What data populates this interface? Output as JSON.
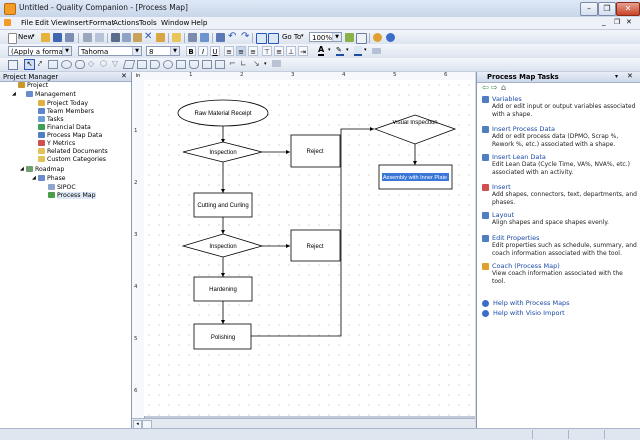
{
  "window": {
    "title": "Untitled - Quality Companion - [Process Map]"
  },
  "menu": [
    "File",
    "Edit",
    "View",
    "Insert",
    "Format",
    "Actions",
    "Tools",
    "Window",
    "Help"
  ],
  "toolbar": {
    "new_label": "New",
    "goto_label": "Go To",
    "zoom_value": "100%"
  },
  "format_bar": {
    "style_value": "(Apply a format)",
    "font_value": "Tahoma",
    "size_value": "8",
    "bold": "B",
    "italic": "I",
    "underline": "U"
  },
  "left_panel": {
    "title": "Project Manager",
    "tree": [
      {
        "label": "Project",
        "level": 0,
        "icon_color": "#c9972a"
      },
      {
        "label": "Management",
        "level": 1,
        "icon_color": "#6a8ccf"
      },
      {
        "label": "Project Today",
        "level": 2,
        "icon_color": "#e0b040"
      },
      {
        "label": "Team Members",
        "level": 2,
        "icon_color": "#5f86c8"
      },
      {
        "label": "Tasks",
        "level": 2,
        "icon_color": "#6fa0d8"
      },
      {
        "label": "Financial Data",
        "level": 2,
        "icon_color": "#3f9f55"
      },
      {
        "label": "Process Map Data",
        "level": 2,
        "icon_color": "#4f7fc0"
      },
      {
        "label": "Y Metrics",
        "level": 2,
        "icon_color": "#d05050"
      },
      {
        "label": "Related Documents",
        "level": 2,
        "icon_color": "#e3c25a"
      },
      {
        "label": "Custom Categories",
        "level": 2,
        "icon_color": "#e3c25a"
      },
      {
        "label": "Roadmap",
        "level": 1,
        "icon_color": "#6fa06f"
      },
      {
        "label": "Phase",
        "level": 2,
        "icon_color": "#6a8ccf"
      },
      {
        "label": "SIPOC",
        "level": 3,
        "icon_color": "#8fa6cc"
      },
      {
        "label": "Process Map",
        "level": 3,
        "icon_color": "#4a9e4a"
      }
    ]
  },
  "ruler": {
    "top_ticks": [
      "in",
      "1",
      "2",
      "3",
      "4",
      "5",
      "6"
    ],
    "left_ticks": [
      "1",
      "2",
      "3",
      "4",
      "5",
      "6"
    ]
  },
  "diagram": {
    "start": "Raw Material Receipt",
    "inspection1": "Inspection",
    "reject1": "Reject",
    "step1": "Cutting and Curling",
    "inspection2": "Inspection",
    "reject2": "Reject",
    "step2": "Hardening",
    "step3": "Polishing",
    "visual": "Visual Inspection",
    "assembly": "Assembly with Inner Plate"
  },
  "right_panel": {
    "title": "Process Map Tasks",
    "tasks": [
      {
        "title": "Variables",
        "desc": "Add or edit input or output variables associated with a shape.",
        "icon_color": "#4f7fc0"
      },
      {
        "title": "Insert Process Data",
        "desc": "Add or edit process data (DPMO, Scrap %, Rework %, etc.) associated with a shape.",
        "icon_color": "#4f7fc0"
      },
      {
        "title": "Insert Lean Data",
        "desc": "Edit Lean Data (Cycle Time, VA%, NVA%, etc.) associated with an activity.",
        "icon_color": "#4f7fc0"
      },
      {
        "title": "Insert",
        "desc": "Add shapes, connectors, text, departments, and phases.",
        "icon_color": "#d05050"
      },
      {
        "title": "Layout",
        "desc": "Align shapes and space shapes evenly.",
        "icon_color": "#4f7fc0"
      },
      {
        "title": "Edit Properties",
        "desc": "Edit properties such as schedule, summary, and coach information associated with the tool.",
        "icon_color": "#4f7fc0"
      },
      {
        "title": "Coach (Process Map)",
        "desc": "View coach information associated with the tool.",
        "icon_color": "#e0a030"
      }
    ],
    "help_links": [
      "Help with Process Maps",
      "Help with Visio Import"
    ]
  }
}
